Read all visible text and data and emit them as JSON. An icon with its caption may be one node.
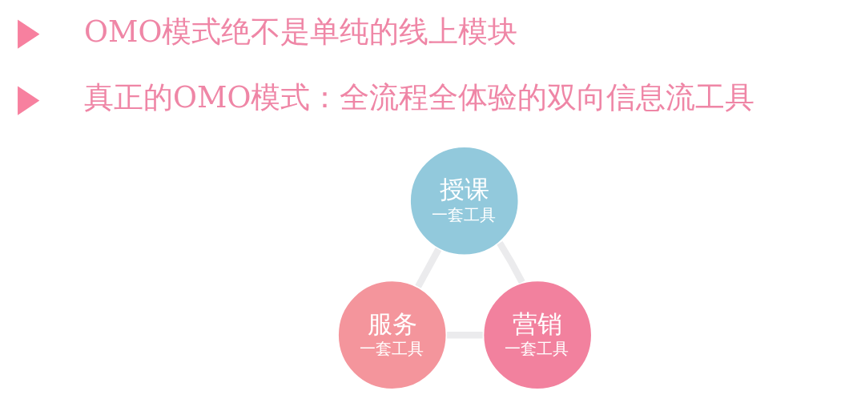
{
  "diagram": {
    "nodes": [
      {
        "text": [],
        "shape": "triangle"
      },
      {
        "text": [],
        "shape": "triangle"
      },
      {
        "text": [
          "授课",
          "一套工具"
        ]
      },
      {
        "text": [
          "服务",
          "一套工具"
        ]
      },
      {
        "text": [
          "营销",
          "一套工具"
        ]
      }
    ],
    "edges": [
      {
        "from": 2,
        "to": 3,
        "arrow": "none"
      },
      {
        "from": 3,
        "to": 4,
        "arrow": "none"
      },
      {
        "from": 4,
        "to": 2,
        "arrow": "none"
      }
    ],
    "labels": [
      "OMO模式绝不是单纯的线上模块",
      "真正的OMO模式：全流程全体验的双向信息流工具"
    ]
  }
}
